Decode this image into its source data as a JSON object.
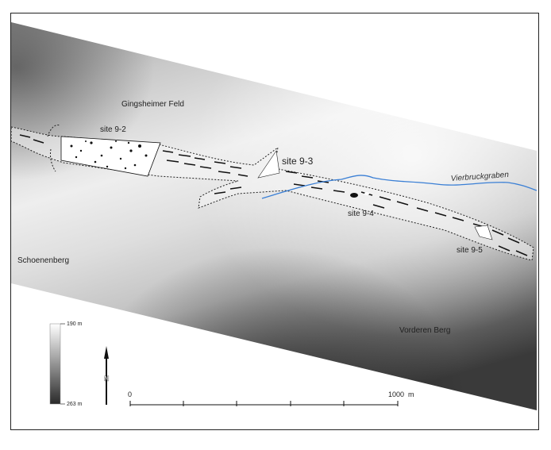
{
  "map": {
    "places": {
      "gingsheimer": "Gingsheimer Feld",
      "schoenenberg": "Schoenenberg",
      "vorderen": "Vorderen Berg"
    },
    "stream": "Vierbruckgraben",
    "stream_color": "#3a7fd5",
    "sites": {
      "s2": "site 9-2",
      "s3": "site 9-3",
      "s4": "site 9-4",
      "s5": "site 9-5"
    }
  },
  "legend": {
    "elev_top": "190 m",
    "elev_bottom": "263 m",
    "north": "N"
  },
  "scalebar": {
    "start": "0",
    "end": "1000",
    "unit": "m"
  }
}
